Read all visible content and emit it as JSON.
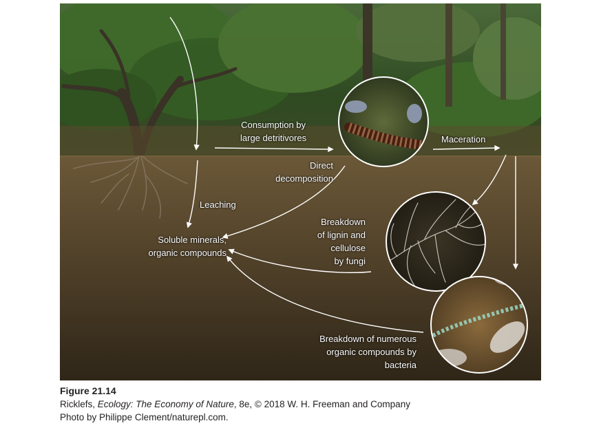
{
  "labels": {
    "consumption": [
      "Consumption by",
      "large detritivores"
    ],
    "maceration": "Maceration",
    "direct": [
      "Direct",
      "decomposition"
    ],
    "leaching": "Leaching",
    "soluble": [
      "Soluble minerals,",
      "organic compounds"
    ],
    "fungi": [
      "Breakdown",
      "of lignin and",
      "cellulose",
      "by fungi"
    ],
    "bacteria": [
      "Breakdown of numerous",
      "organic compounds by",
      "bacteria"
    ]
  },
  "caption": {
    "figure": "Figure 21.14",
    "source_prefix": "Ricklefs, ",
    "source_title": "Ecology: The Economy of Nature",
    "source_suffix": ", 8e, © 2018 W. H. Freeman and Company",
    "photo": "Photo by Philippe Clement/naturepl.com."
  },
  "colors": {
    "soil": "#4e3f28",
    "forest": "#2f4a22",
    "arrow": "#ffffff"
  }
}
